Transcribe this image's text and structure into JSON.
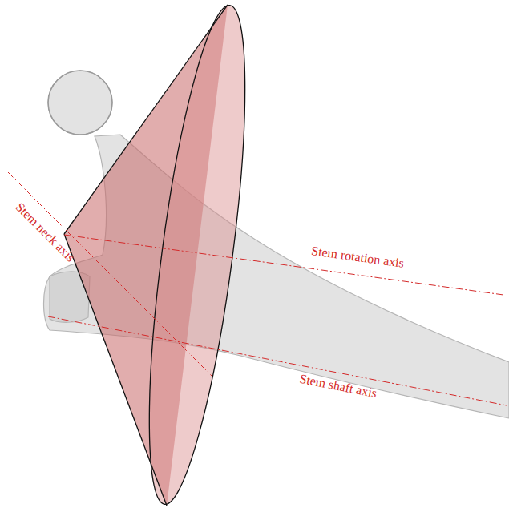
{
  "diagram": {
    "labels": [
      "Stem neck axis",
      "Stem rotation axis",
      "Stem shaft axis"
    ]
  }
}
